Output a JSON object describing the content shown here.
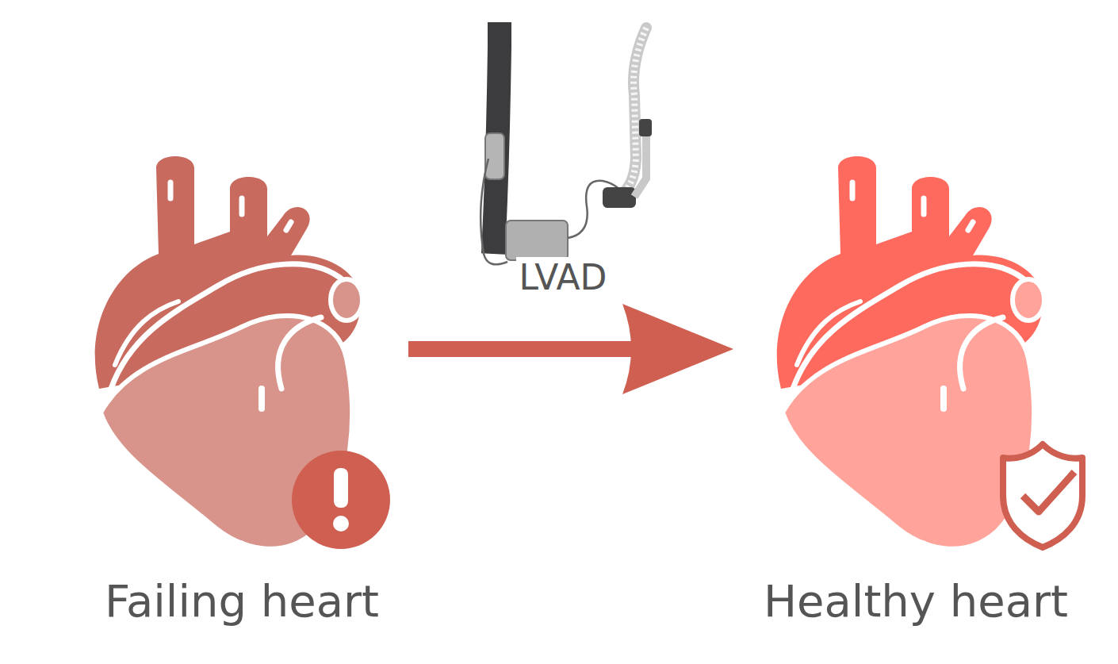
{
  "diagram": {
    "nodes": [
      {
        "text": [
          "Failing heart"
        ]
      },
      {
        "text": [
          "Healthy heart"
        ]
      }
    ],
    "edges": [
      {
        "from": 0,
        "to": 1,
        "arrow": "to",
        "label": "LVAD"
      }
    ]
  }
}
